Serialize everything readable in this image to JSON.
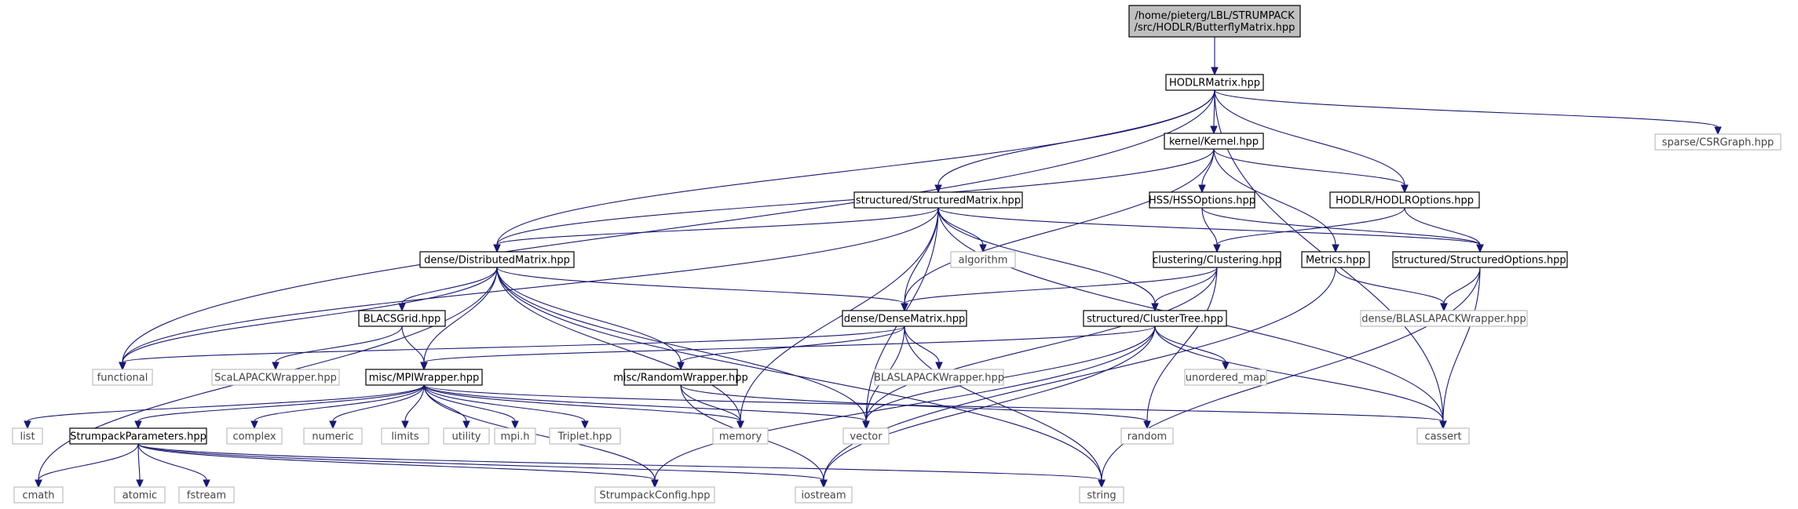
{
  "nodes": [
    {
      "id": "root",
      "label": [
        "/home/pieterg/LBL/STRUMPACK",
        "/src/HODLR/ButterflyMatrix.hpp"
      ],
      "style": "root"
    },
    {
      "id": "hodlrmatrix",
      "label": [
        "HODLRMatrix.hpp"
      ],
      "style": "local"
    },
    {
      "id": "functional",
      "label": [
        "functional"
      ],
      "style": "external"
    },
    {
      "id": "kernel",
      "label": [
        "kernel/Kernel.hpp"
      ],
      "style": "local"
    },
    {
      "id": "csrgraph",
      "label": [
        "sparse/CSRGraph.hpp"
      ],
      "style": "external"
    },
    {
      "id": "cassert",
      "label": [
        "cassert"
      ],
      "style": "external"
    },
    {
      "id": "structuredmatrix",
      "label": [
        "structured/StructuredMatrix.hpp"
      ],
      "style": "local"
    },
    {
      "id": "hssoptions",
      "label": [
        "HSS/HSSOptions.hpp"
      ],
      "style": "local"
    },
    {
      "id": "hodlroptions",
      "label": [
        "HODLR/HODLROptions.hpp"
      ],
      "style": "local"
    },
    {
      "id": "distributedmatrix",
      "label": [
        "dense/DistributedMatrix.hpp"
      ],
      "style": "local"
    },
    {
      "id": "algorithm",
      "label": [
        "algorithm"
      ],
      "style": "external"
    },
    {
      "id": "clustering",
      "label": [
        "clustering/Clustering.hpp"
      ],
      "style": "local"
    },
    {
      "id": "metrics",
      "label": [
        "Metrics.hpp"
      ],
      "style": "local"
    },
    {
      "id": "structuredoptions",
      "label": [
        "structured/StructuredOptions.hpp"
      ],
      "style": "local"
    },
    {
      "id": "blacsgrid",
      "label": [
        "BLACSGrid.hpp"
      ],
      "style": "local"
    },
    {
      "id": "densematrix",
      "label": [
        "dense/DenseMatrix.hpp"
      ],
      "style": "local"
    },
    {
      "id": "clustertree",
      "label": [
        "structured/ClusterTree.hpp"
      ],
      "style": "local"
    },
    {
      "id": "blaslapackwrapper_top",
      "label": [
        "dense/BLASLAPACKWrapper.hpp"
      ],
      "style": "external"
    },
    {
      "id": "scalapack",
      "label": [
        "ScaLAPACKWrapper.hpp"
      ],
      "style": "external"
    },
    {
      "id": "blaslapack",
      "label": [
        "BLASLAPACKWrapper.hpp"
      ],
      "style": "external"
    },
    {
      "id": "unordered_map",
      "label": [
        "unordered_map"
      ],
      "style": "external"
    },
    {
      "id": "mpiwrapper",
      "label": [
        "misc/MPIWrapper.hpp"
      ],
      "style": "local"
    },
    {
      "id": "randomwrapper",
      "label": [
        "misc/RandomWrapper.hpp"
      ],
      "style": "local"
    },
    {
      "id": "list",
      "label": [
        "list"
      ],
      "style": "external"
    },
    {
      "id": "strumpackparams",
      "label": [
        "StrumpackParameters.hpp"
      ],
      "style": "local"
    },
    {
      "id": "complex",
      "label": [
        "complex"
      ],
      "style": "external"
    },
    {
      "id": "numeric",
      "label": [
        "numeric"
      ],
      "style": "external"
    },
    {
      "id": "limits",
      "label": [
        "limits"
      ],
      "style": "external"
    },
    {
      "id": "utility",
      "label": [
        "utility"
      ],
      "style": "external"
    },
    {
      "id": "mpih",
      "label": [
        "mpi.h"
      ],
      "style": "external"
    },
    {
      "id": "triplet",
      "label": [
        "Triplet.hpp"
      ],
      "style": "external"
    },
    {
      "id": "memory",
      "label": [
        "memory"
      ],
      "style": "external"
    },
    {
      "id": "vector",
      "label": [
        "vector"
      ],
      "style": "external"
    },
    {
      "id": "random",
      "label": [
        "random"
      ],
      "style": "external"
    },
    {
      "id": "cmath",
      "label": [
        "cmath"
      ],
      "style": "external"
    },
    {
      "id": "atomic",
      "label": [
        "atomic"
      ],
      "style": "external"
    },
    {
      "id": "fstream",
      "label": [
        "fstream"
      ],
      "style": "external"
    },
    {
      "id": "strumpackconfig",
      "label": [
        "StrumpackConfig.hpp"
      ],
      "style": "external"
    },
    {
      "id": "iostream",
      "label": [
        "iostream"
      ],
      "style": "external"
    },
    {
      "id": "string",
      "label": [
        "string"
      ],
      "style": "external"
    }
  ],
  "edges": [
    [
      "root",
      "hodlrmatrix"
    ],
    [
      "hodlrmatrix",
      "functional"
    ],
    [
      "hodlrmatrix",
      "kernel"
    ],
    [
      "hodlrmatrix",
      "csrgraph"
    ],
    [
      "hodlrmatrix",
      "cassert"
    ],
    [
      "hodlrmatrix",
      "structuredmatrix"
    ],
    [
      "hodlrmatrix",
      "hodlroptions"
    ],
    [
      "hodlrmatrix",
      "distributedmatrix"
    ],
    [
      "kernel",
      "distributedmatrix"
    ],
    [
      "kernel",
      "densematrix"
    ],
    [
      "kernel",
      "hssoptions"
    ],
    [
      "kernel",
      "hodlroptions"
    ],
    [
      "kernel",
      "metrics"
    ],
    [
      "structuredmatrix",
      "functional"
    ],
    [
      "structuredmatrix",
      "distributedmatrix"
    ],
    [
      "structuredmatrix",
      "algorithm"
    ],
    [
      "structuredmatrix",
      "densematrix"
    ],
    [
      "structuredmatrix",
      "structuredoptions"
    ],
    [
      "structuredmatrix",
      "clustertree"
    ],
    [
      "structuredmatrix",
      "vector"
    ],
    [
      "structuredmatrix",
      "memory"
    ],
    [
      "structuredmatrix",
      "cassert"
    ],
    [
      "hssoptions",
      "clustering"
    ],
    [
      "hssoptions",
      "structuredoptions"
    ],
    [
      "hodlroptions",
      "clustering"
    ],
    [
      "hodlroptions",
      "structuredoptions"
    ],
    [
      "distributedmatrix",
      "functional"
    ],
    [
      "distributedmatrix",
      "densematrix"
    ],
    [
      "distributedmatrix",
      "blacsgrid"
    ],
    [
      "distributedmatrix",
      "mpiwrapper"
    ],
    [
      "distributedmatrix",
      "randomwrapper"
    ],
    [
      "distributedmatrix",
      "memory"
    ],
    [
      "distributedmatrix",
      "vector"
    ],
    [
      "distributedmatrix",
      "string"
    ],
    [
      "distributedmatrix",
      "cmath"
    ],
    [
      "clustering",
      "densematrix"
    ],
    [
      "clustering",
      "clustertree"
    ],
    [
      "clustering",
      "vector"
    ],
    [
      "clustering",
      "random"
    ],
    [
      "metrics",
      "blaslapackwrapper_top"
    ],
    [
      "metrics",
      "iostream"
    ],
    [
      "structuredoptions",
      "blaslapackwrapper_top"
    ],
    [
      "structuredoptions",
      "cassert"
    ],
    [
      "structuredoptions",
      "string"
    ],
    [
      "blacsgrid",
      "scalapack"
    ],
    [
      "blacsgrid",
      "mpiwrapper"
    ],
    [
      "densematrix",
      "functional"
    ],
    [
      "densematrix",
      "blaslapack"
    ],
    [
      "densematrix",
      "randomwrapper"
    ],
    [
      "densematrix",
      "vector"
    ],
    [
      "densematrix",
      "string"
    ],
    [
      "clustertree",
      "mpiwrapper"
    ],
    [
      "clustertree",
      "unordered_map"
    ],
    [
      "clustertree",
      "vector"
    ],
    [
      "clustertree",
      "cassert"
    ],
    [
      "clustertree",
      "strumpackconfig"
    ],
    [
      "clustertree",
      "iostream"
    ],
    [
      "mpiwrapper",
      "list"
    ],
    [
      "mpiwrapper",
      "strumpackparams"
    ],
    [
      "mpiwrapper",
      "complex"
    ],
    [
      "mpiwrapper",
      "numeric"
    ],
    [
      "mpiwrapper",
      "limits"
    ],
    [
      "mpiwrapper",
      "utility"
    ],
    [
      "mpiwrapper",
      "mpih"
    ],
    [
      "mpiwrapper",
      "triplet"
    ],
    [
      "mpiwrapper",
      "strumpackconfig"
    ],
    [
      "mpiwrapper",
      "memory"
    ],
    [
      "mpiwrapper",
      "vector"
    ],
    [
      "mpiwrapper",
      "cassert"
    ],
    [
      "randomwrapper",
      "memory"
    ],
    [
      "randomwrapper",
      "random"
    ],
    [
      "randomwrapper",
      "iostream"
    ],
    [
      "strumpackparams",
      "cmath"
    ],
    [
      "strumpackparams",
      "atomic"
    ],
    [
      "strumpackparams",
      "fstream"
    ],
    [
      "strumpackparams",
      "strumpackconfig"
    ],
    [
      "strumpackparams",
      "iostream"
    ],
    [
      "strumpackparams",
      "string"
    ]
  ]
}
